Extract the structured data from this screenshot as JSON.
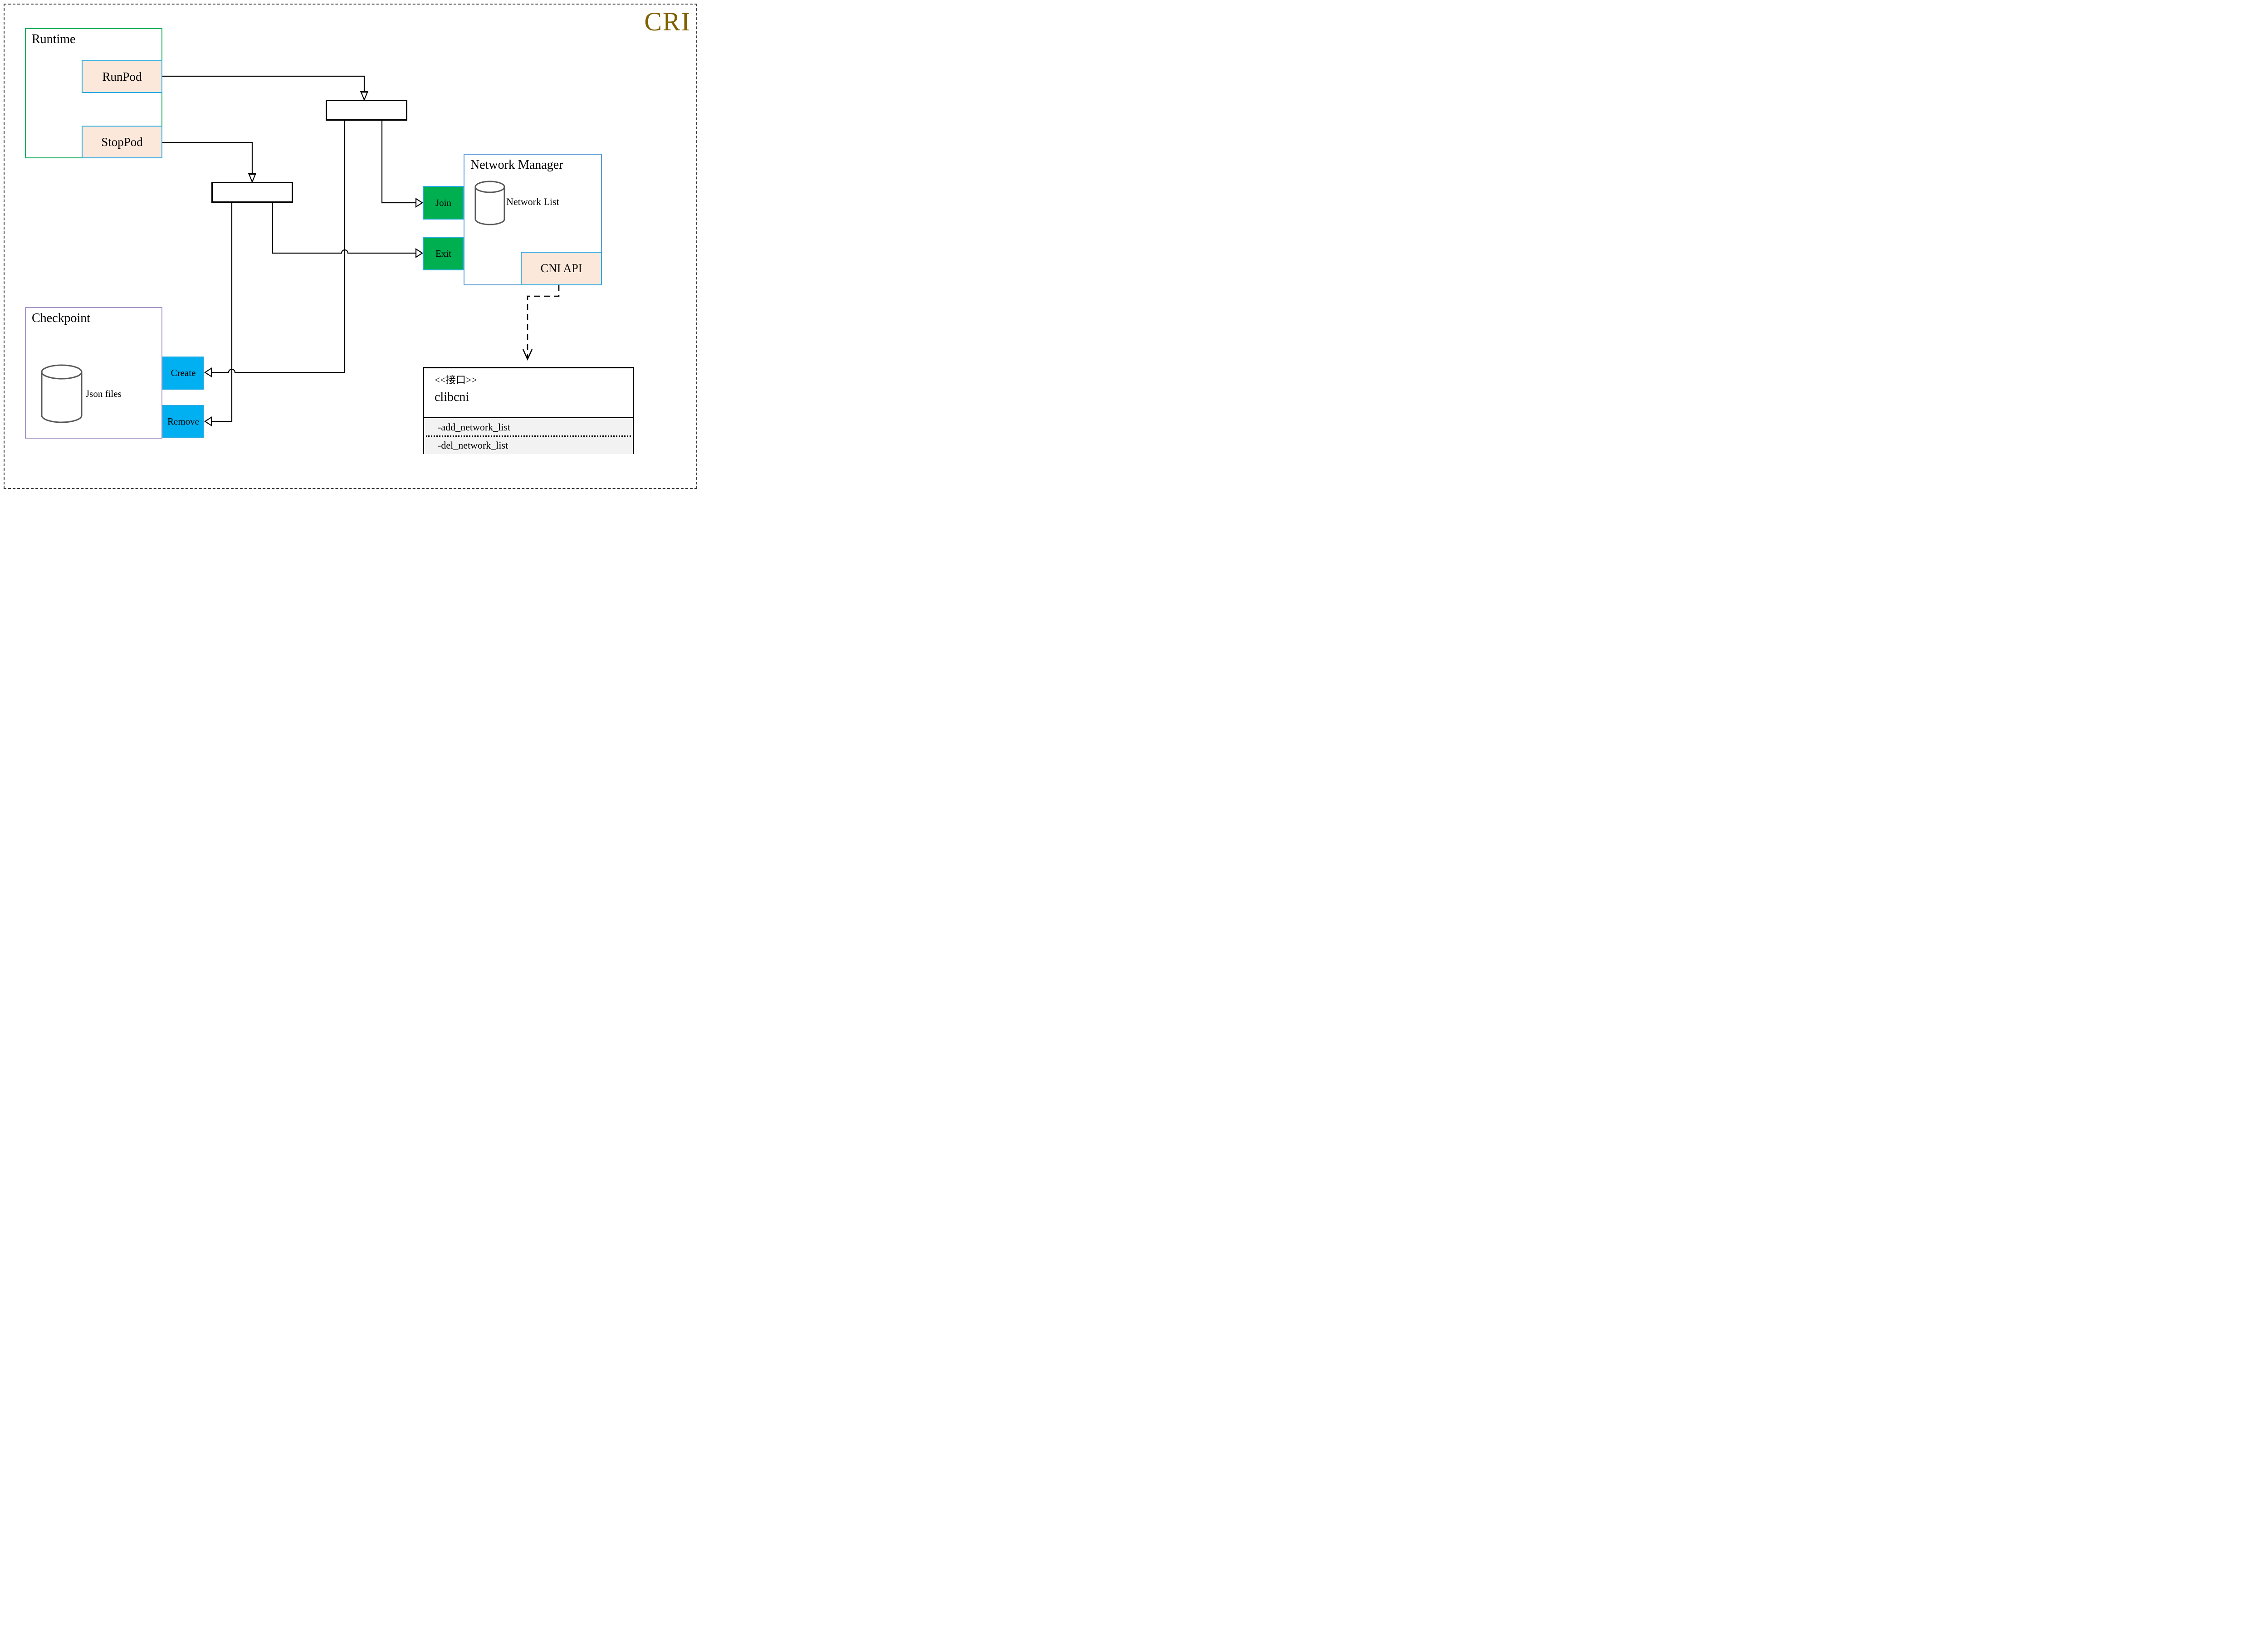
{
  "diagram": {
    "title": "CRI"
  },
  "runtime": {
    "label": "Runtime",
    "runpod_label": "RunPod",
    "stoppod_label": "StopPod"
  },
  "checkpoint": {
    "label": "Checkpoint",
    "db_label": "Json files",
    "create_label": "Create",
    "remove_label": "Remove"
  },
  "network_manager": {
    "label": "Network Manager",
    "db_label": "Network List",
    "join_label": "Join",
    "exit_label": "Exit",
    "cni_api_label": "CNI API"
  },
  "clibcni": {
    "stereotype": "<<接口>>",
    "name": "clibcni",
    "methods": [
      "-add_network_list",
      "-del_network_list"
    ]
  },
  "colors": {
    "title": "#806000",
    "peach_fill": "#fce8da",
    "green_fill": "#00b050",
    "blue_fill": "#00b0f0",
    "cyan_border": "#29abe2",
    "runtime_border": "#14ae5c",
    "checkpoint_border": "#a795c9",
    "network_manager_border": "#5b9bd5",
    "cylinder_stroke": "#595959",
    "methods_section_bg": "#f2f2f2"
  }
}
